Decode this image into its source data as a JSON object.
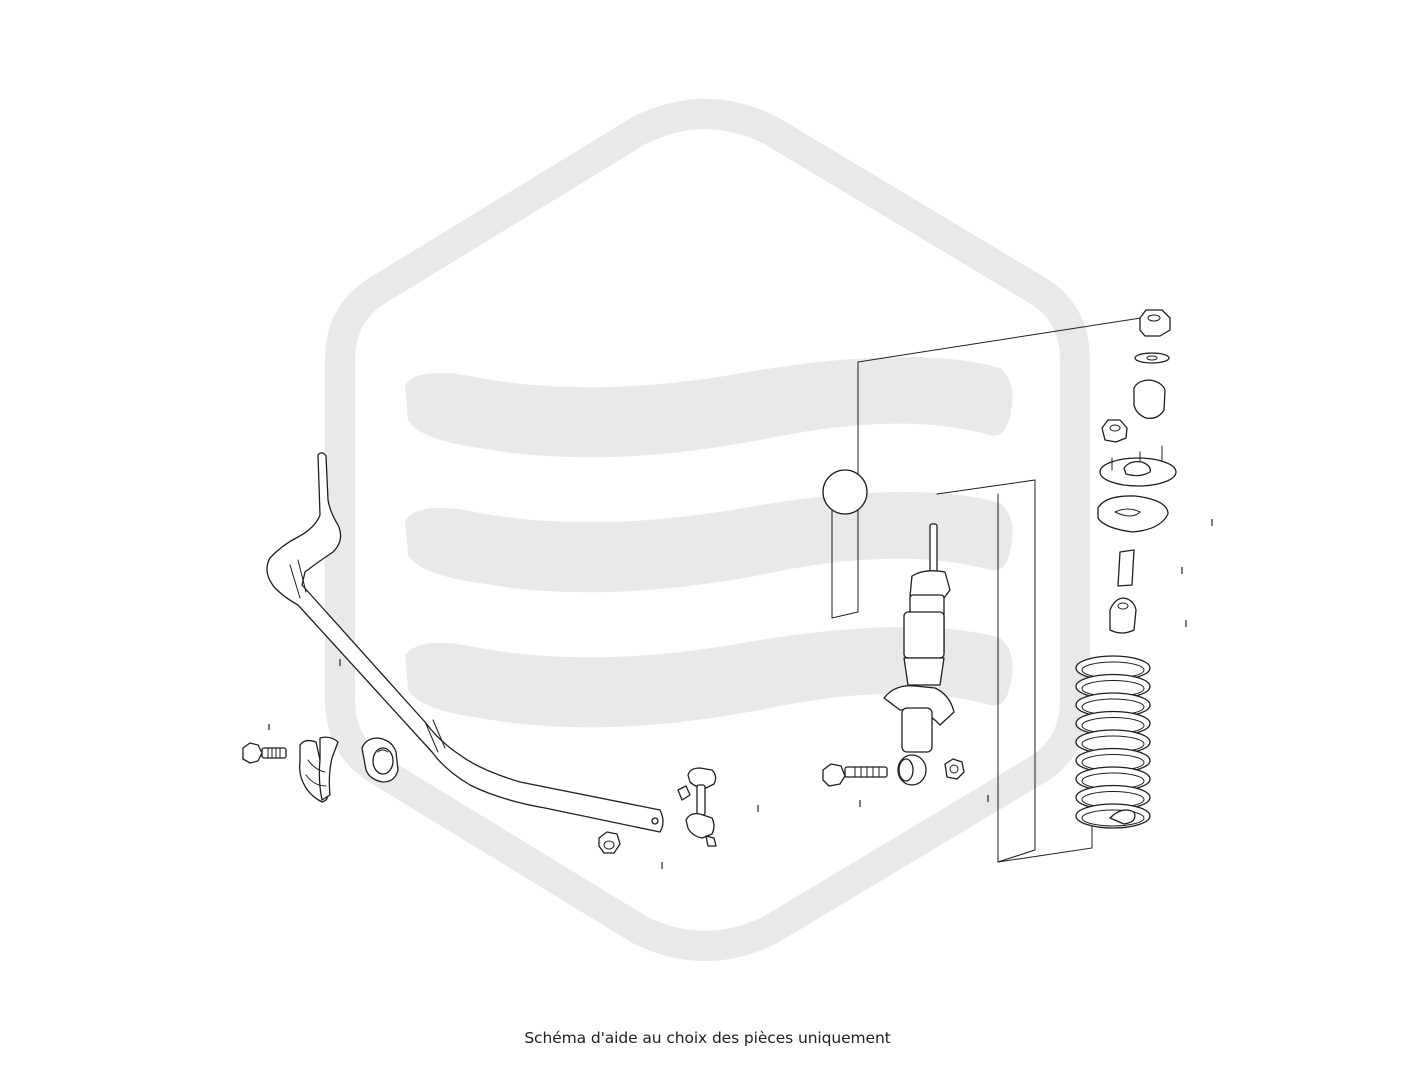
{
  "caption": "Schéma d'aide au choix des pièces uniquement",
  "watermark": {
    "color": "#e9e9e9",
    "icon": "hexagon-waves-logo"
  },
  "line_color": "#1f1f1f",
  "parts": [
    {
      "name": "stabilizer-bar"
    },
    {
      "name": "stabilizer-bolt"
    },
    {
      "name": "stabilizer-bracket"
    },
    {
      "name": "stabilizer-bushing"
    },
    {
      "name": "stabilizer-nut"
    },
    {
      "name": "stabilizer-link"
    },
    {
      "name": "shock-absorber"
    },
    {
      "name": "shock-bolt"
    },
    {
      "name": "shock-bushing"
    },
    {
      "name": "shock-nut"
    },
    {
      "name": "top-nut"
    },
    {
      "name": "washer"
    },
    {
      "name": "upper-bushing"
    },
    {
      "name": "flange-nut"
    },
    {
      "name": "top-mount"
    },
    {
      "name": "spring-seat"
    },
    {
      "name": "spacer-sleeve"
    },
    {
      "name": "bump-stop"
    },
    {
      "name": "coil-spring"
    }
  ]
}
